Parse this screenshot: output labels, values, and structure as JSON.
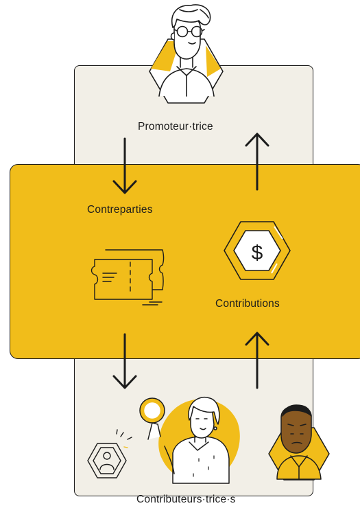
{
  "diagram": {
    "promoter": {
      "label": "Promoteur·trice"
    },
    "rewards": {
      "label": "Contreparties"
    },
    "contributions": {
      "label": "Contributions",
      "symbol": "$"
    },
    "contributors": {
      "label": "Contributeurs·trice·s"
    }
  },
  "colors": {
    "accent": "#f1bd1a",
    "panel": "#f2efe7",
    "ink": "#1c1c1c",
    "skin_dark": "#8a5a22"
  },
  "icons": [
    "promoter-avatar-icon",
    "ticket-icon",
    "dollar-hexagon-icon",
    "user-hexagon-icon",
    "woman-contributor-icon",
    "man-contributor-icon",
    "arrow-down-icon",
    "arrow-up-icon"
  ]
}
